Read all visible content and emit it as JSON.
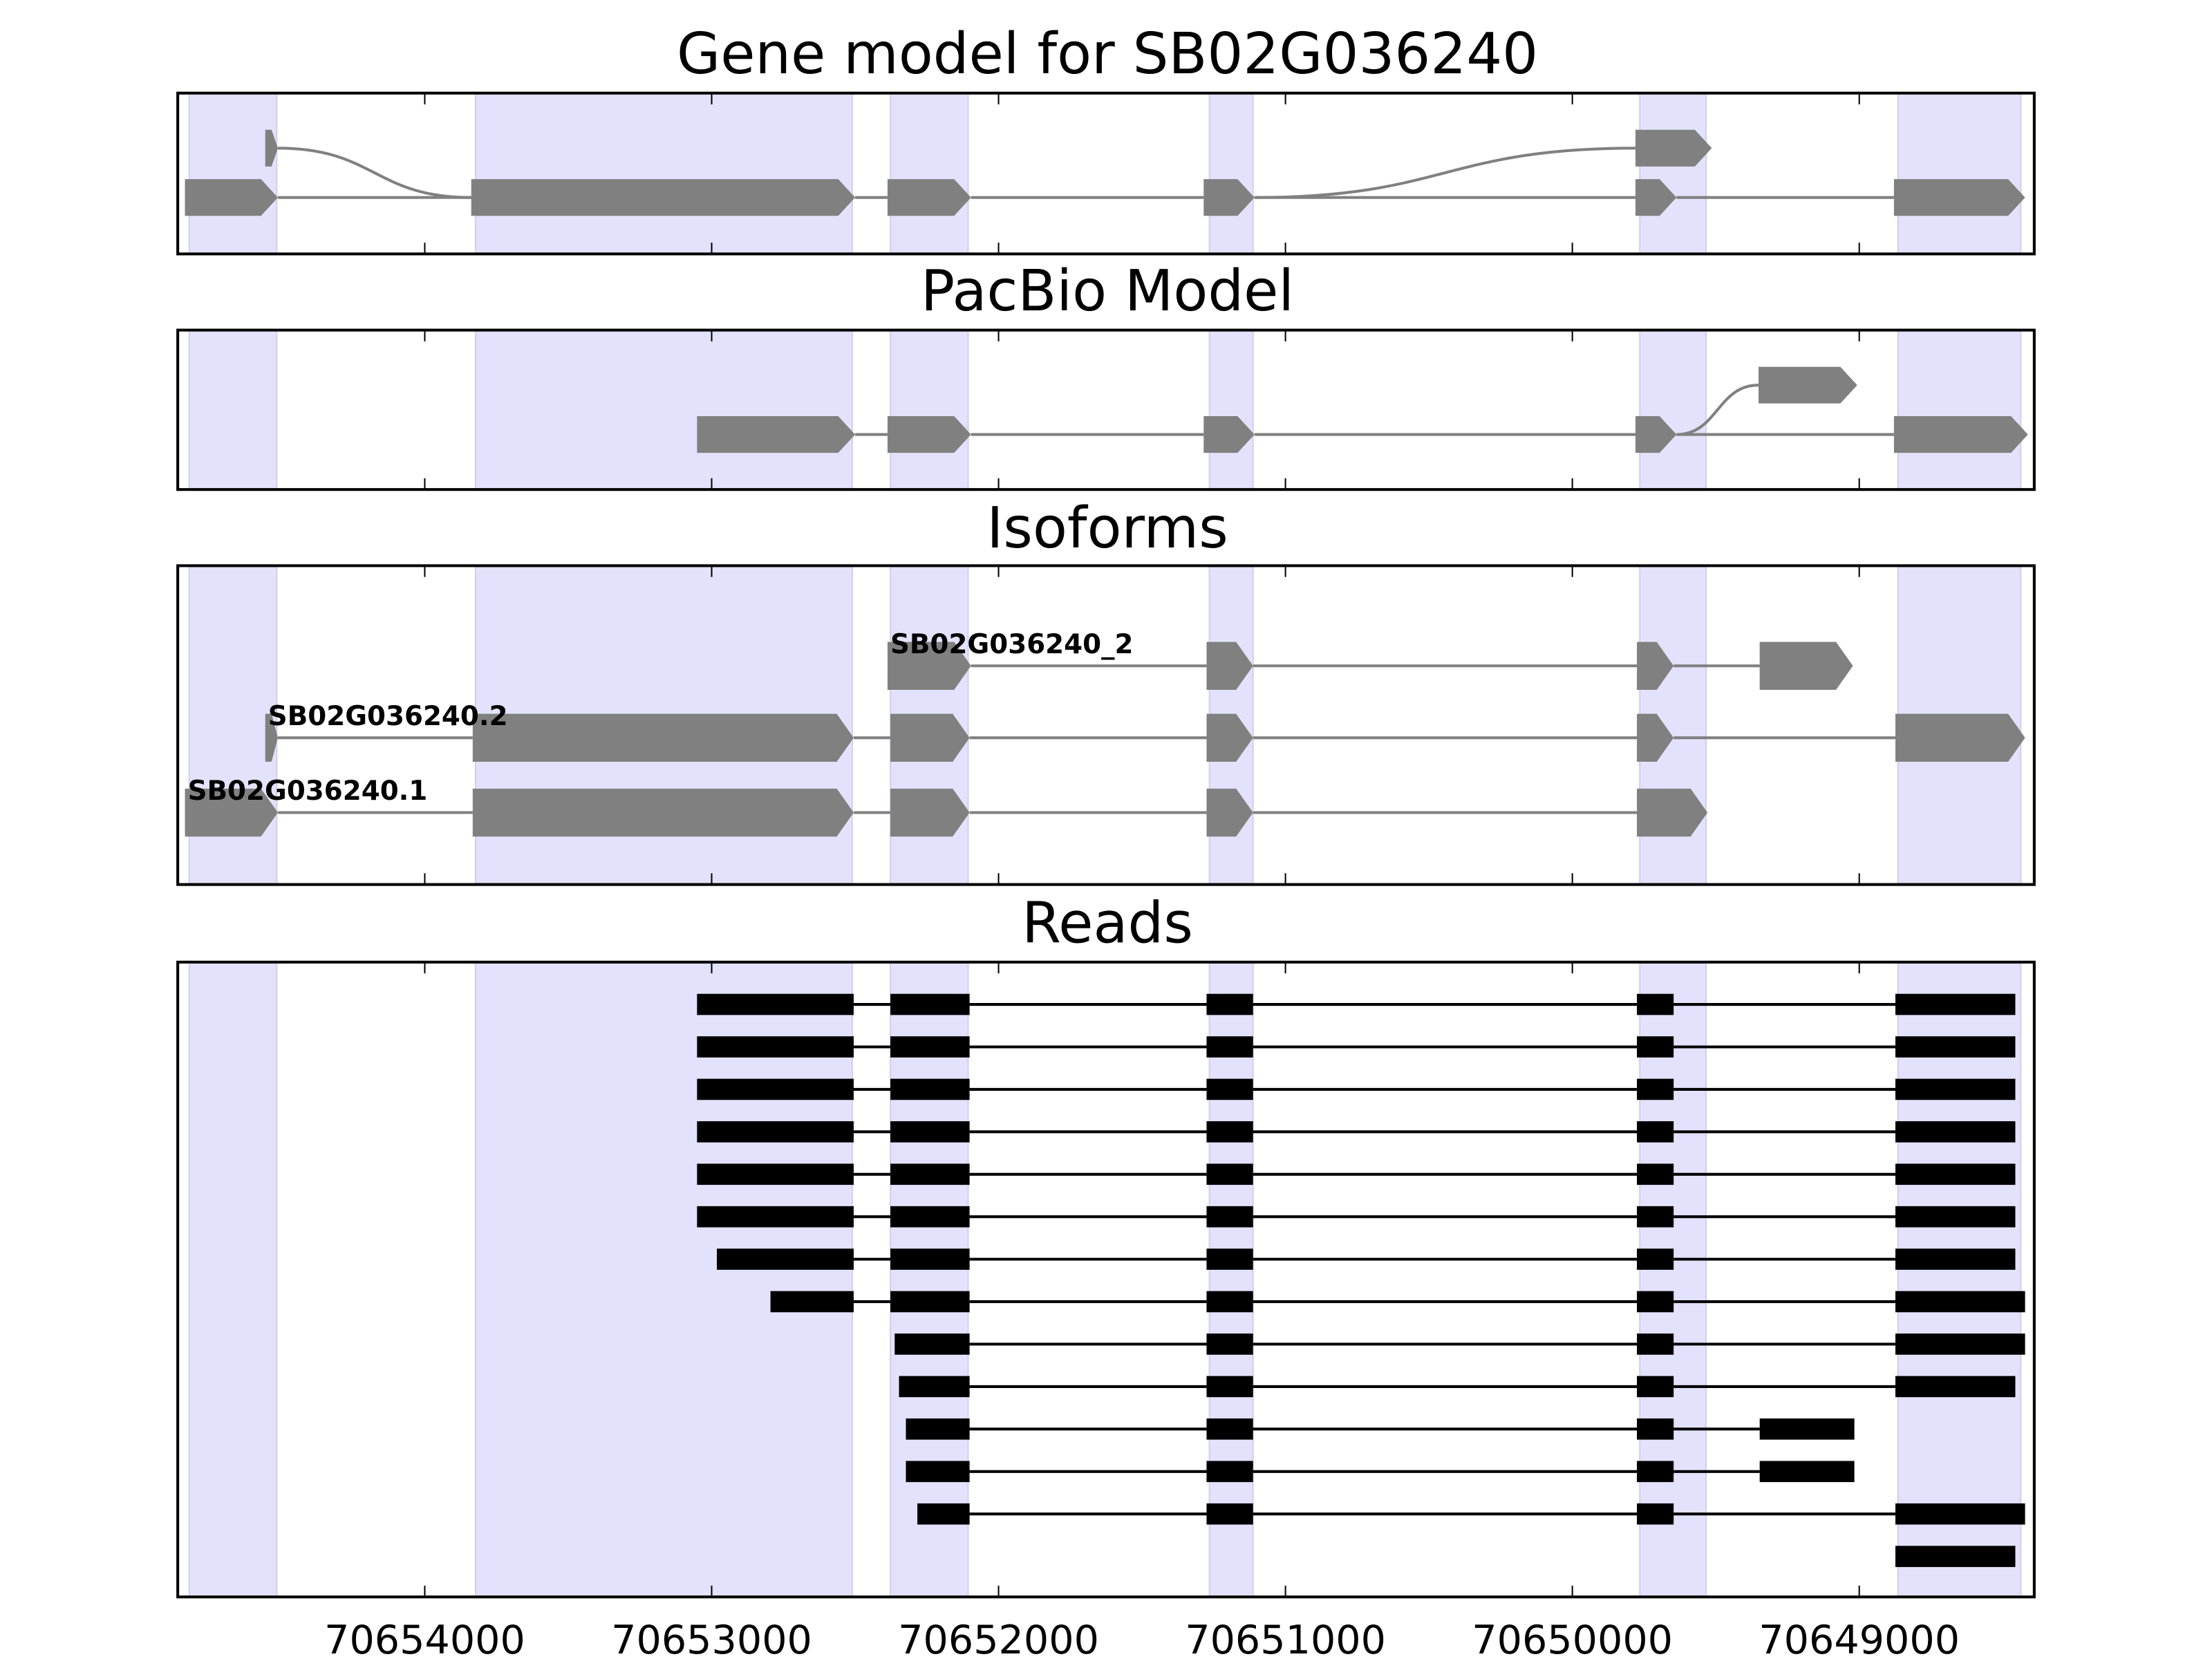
{
  "chart_data": {
    "type": "gene-track",
    "xlim": [
      70654861,
      70648390
    ],
    "xticks": [
      70654000,
      70653000,
      70652000,
      70651000,
      70650000,
      70649000
    ],
    "xtick_labels": [
      "70654000",
      "70653000",
      "70652000",
      "70651000",
      "70650000",
      "70649000"
    ],
    "shade_color": "#e2e2fc",
    "feature_color": "#808080",
    "read_color": "#000000",
    "shaded_regions": [
      [
        70654821,
        70654516
      ],
      [
        70653823,
        70652510
      ],
      [
        70652377,
        70652106
      ],
      [
        70651265,
        70651113
      ],
      [
        70649765,
        70649534
      ],
      [
        70648865,
        70648437
      ]
    ],
    "panels": [
      {
        "id": "gene-model",
        "title": "Gene model for SB02G036240",
        "style": "arrow",
        "exons": [
          {
            "level": 0,
            "range": [
              70654836,
              70654512
            ]
          },
          {
            "level": 0,
            "range": [
              70653838,
              70652500
            ]
          },
          {
            "level": 0,
            "range": [
              70652387,
              70652096
            ]
          },
          {
            "level": 0,
            "range": [
              70651285,
              70651108
            ]
          },
          {
            "level": 0,
            "range": [
              70649780,
              70649637
            ]
          },
          {
            "level": 0,
            "range": [
              70648879,
              70648422
            ]
          },
          {
            "level": 1,
            "range": [
              70654556,
              70654512
            ]
          },
          {
            "level": 1,
            "range": [
              70649780,
              70649514
            ]
          }
        ],
        "curves": [
          {
            "from": [
              70654512,
              1
            ],
            "to": [
              70653838,
              0
            ]
          },
          {
            "from": [
              70651108,
              0
            ],
            "to": [
              70649780,
              1
            ]
          }
        ]
      },
      {
        "id": "pacbio-model",
        "title": "PacBio Model",
        "style": "arrow",
        "exons": [
          {
            "level": 0,
            "range": [
              70653051,
              70652500
            ]
          },
          {
            "level": 0,
            "range": [
              70652387,
              70652096
            ]
          },
          {
            "level": 0,
            "range": [
              70651285,
              70651108
            ]
          },
          {
            "level": 0,
            "range": [
              70649780,
              70649637
            ]
          },
          {
            "level": 0,
            "range": [
              70648879,
              70648412
            ]
          },
          {
            "level": 1,
            "range": [
              70649351,
              70649007
            ]
          }
        ],
        "curves": [
          {
            "from": [
              70649637,
              0
            ],
            "to": [
              70649351,
              1
            ]
          }
        ]
      },
      {
        "id": "isoforms",
        "title": "Isoforms",
        "style": "arrow",
        "isoforms": [
          {
            "name": "SB02G036240_2",
            "exons": [
              [
                70652387,
                70652096
              ],
              [
                70651275,
                70651113
              ],
              [
                70649775,
                70649647
              ],
              [
                70649347,
                70649022
              ]
            ]
          },
          {
            "name": "SB02G036240.2",
            "exons": [
              [
                70654556,
                70654512
              ],
              [
                70653833,
                70652505
              ],
              [
                70652377,
                70652101
              ],
              [
                70651275,
                70651113
              ],
              [
                70649775,
                70649647
              ],
              [
                70648874,
                70648422
              ]
            ]
          },
          {
            "name": "SB02G036240.1",
            "exons": [
              [
                70654836,
                70654512
              ],
              [
                70653833,
                70652505
              ],
              [
                70652377,
                70652101
              ],
              [
                70651275,
                70651113
              ],
              [
                70649775,
                70649529
              ]
            ]
          }
        ]
      },
      {
        "id": "reads",
        "title": "Reads",
        "style": "block",
        "reads": [
          [
            [
              70653051,
              70652505
            ],
            [
              70652377,
              70652101
            ],
            [
              70651275,
              70651113
            ],
            [
              70649775,
              70649647
            ],
            [
              70648874,
              70648456
            ]
          ],
          [
            [
              70653051,
              70652505
            ],
            [
              70652377,
              70652101
            ],
            [
              70651275,
              70651113
            ],
            [
              70649775,
              70649647
            ],
            [
              70648874,
              70648456
            ]
          ],
          [
            [
              70653051,
              70652505
            ],
            [
              70652377,
              70652101
            ],
            [
              70651275,
              70651113
            ],
            [
              70649775,
              70649647
            ],
            [
              70648874,
              70648456
            ]
          ],
          [
            [
              70653051,
              70652505
            ],
            [
              70652377,
              70652101
            ],
            [
              70651275,
              70651113
            ],
            [
              70649775,
              70649647
            ],
            [
              70648874,
              70648456
            ]
          ],
          [
            [
              70653051,
              70652505
            ],
            [
              70652377,
              70652101
            ],
            [
              70651275,
              70651113
            ],
            [
              70649775,
              70649647
            ],
            [
              70648874,
              70648456
            ]
          ],
          [
            [
              70653051,
              70652505
            ],
            [
              70652377,
              70652101
            ],
            [
              70651275,
              70651113
            ],
            [
              70649775,
              70649647
            ],
            [
              70648874,
              70648456
            ]
          ],
          [
            [
              70652982,
              70652505
            ],
            [
              70652377,
              70652101
            ],
            [
              70651275,
              70651113
            ],
            [
              70649775,
              70649647
            ],
            [
              70648874,
              70648456
            ]
          ],
          [
            [
              70652795,
              70652505
            ],
            [
              70652377,
              70652101
            ],
            [
              70651275,
              70651113
            ],
            [
              70649775,
              70649647
            ],
            [
              70648874,
              70648422
            ]
          ],
          [
            [
              70652362,
              70652101
            ],
            [
              70651275,
              70651113
            ],
            [
              70649775,
              70649647
            ],
            [
              70648874,
              70648422
            ]
          ],
          [
            [
              70652347,
              70652101
            ],
            [
              70651275,
              70651113
            ],
            [
              70649775,
              70649647
            ],
            [
              70648874,
              70648456
            ]
          ],
          [
            [
              70652323,
              70652101
            ],
            [
              70651275,
              70651113
            ],
            [
              70649775,
              70649647
            ],
            [
              70649347,
              70649017
            ]
          ],
          [
            [
              70652323,
              70652101
            ],
            [
              70651275,
              70651113
            ],
            [
              70649775,
              70649647
            ],
            [
              70649347,
              70649017
            ]
          ],
          [
            [
              70652283,
              70652101
            ],
            [
              70651275,
              70651113
            ],
            [
              70649775,
              70649647
            ],
            [
              70648874,
              70648422
            ]
          ],
          [
            [
              70648874,
              70648456
            ]
          ]
        ]
      }
    ]
  }
}
